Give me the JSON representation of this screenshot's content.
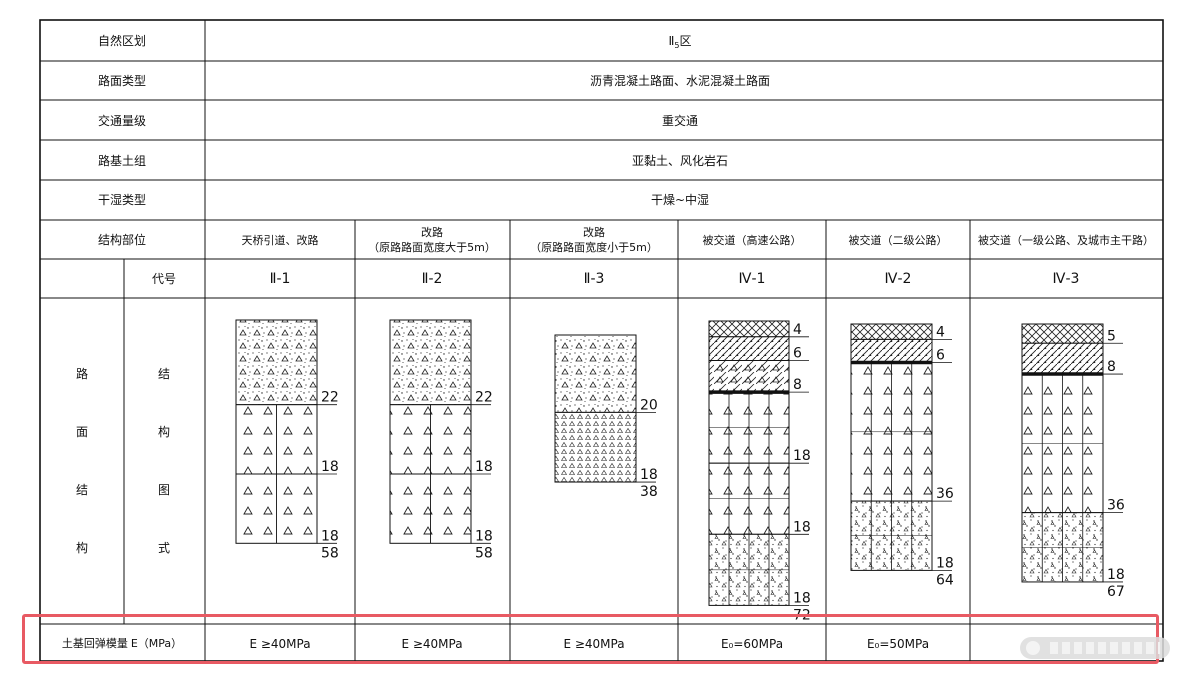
{
  "rows": {
    "region": {
      "label": "自然区划",
      "value": "Ⅱ",
      "value_sub": "5",
      "value_suffix": "区"
    },
    "pavement_type": {
      "label": "路面类型",
      "value": "沥青混凝土路面、水泥混凝土路面"
    },
    "traffic": {
      "label": "交通量级",
      "value": "重交通"
    },
    "subgrade_soil": {
      "label": "路基土组",
      "value": "亚黏土、风化岩石"
    },
    "moisture": {
      "label": "干湿类型",
      "value": "干燥~中湿"
    },
    "structure": {
      "label": "结构部位"
    },
    "code": {
      "label": "代号"
    },
    "diagram_row": {
      "label_left": [
        "路",
        "面",
        "结",
        "构"
      ],
      "label_right": [
        "结",
        "构",
        "图",
        "式"
      ]
    },
    "modulus": {
      "label_main": "土基回弹模量",
      "label_unit": "E（MPa）"
    }
  },
  "columns": [
    {
      "structure_label": [
        "天桥引道、改路"
      ],
      "code": "Ⅱ-1",
      "modulus": "E ≥40MPa",
      "layers": [
        {
          "thickness": 22,
          "pattern": "concrete"
        },
        {
          "thickness": 18,
          "pattern": "triangle_split"
        },
        {
          "thickness": 18,
          "pattern": "triangle_split"
        }
      ],
      "labels": [
        "22",
        "18",
        "18"
      ],
      "total": "58"
    },
    {
      "structure_label": [
        "改路",
        "（原路路面宽度大于5m）"
      ],
      "code": "Ⅱ-2",
      "modulus": "E ≥40MPa",
      "layers": [
        {
          "thickness": 22,
          "pattern": "concrete"
        },
        {
          "thickness": 18,
          "pattern": "triangle_split"
        },
        {
          "thickness": 18,
          "pattern": "triangle_split"
        }
      ],
      "labels": [
        "22",
        "18",
        "18"
      ],
      "total": "58"
    },
    {
      "structure_label": [
        "改路",
        "（原路路面宽度小于5m）"
      ],
      "code": "Ⅱ-3",
      "modulus": "E ≥40MPa",
      "layers": [
        {
          "thickness": 20,
          "pattern": "concrete"
        },
        {
          "thickness": 18,
          "pattern": "small_triangles"
        }
      ],
      "labels": [
        "20",
        "18"
      ],
      "total": "38"
    },
    {
      "structure_label": [
        "被交道（高速公路）"
      ],
      "code": "Ⅳ-1",
      "modulus": "E₀=60MPa",
      "layers": [
        {
          "thickness": 4,
          "pattern": "crosshatch"
        },
        {
          "thickness": 6,
          "pattern": "dense_asphalt"
        },
        {
          "thickness": 8,
          "pattern": "hatched_triangles"
        },
        {
          "thickness": 18,
          "pattern": "triangle_grid"
        },
        {
          "thickness": 18,
          "pattern": "triangle_grid"
        },
        {
          "thickness": 18,
          "pattern": "dotted_grid"
        }
      ],
      "labels": [
        "4",
        "6",
        "8",
        "18",
        "18",
        "18"
      ],
      "total": "72"
    },
    {
      "structure_label": [
        "被交道（二级公路）"
      ],
      "code": "Ⅳ-2",
      "modulus": "E₀=50MPa",
      "layers": [
        {
          "thickness": 4,
          "pattern": "crosshatch"
        },
        {
          "thickness": 6,
          "pattern": "dense_asphalt"
        },
        {
          "thickness": 36,
          "pattern": "triangle_grid"
        },
        {
          "thickness": 18,
          "pattern": "dotted_grid"
        }
      ],
      "labels": [
        "4",
        "6",
        "36",
        "18"
      ],
      "total": "64"
    },
    {
      "structure_label": [
        "被交道（一级公路、及城市主干路）"
      ],
      "code": "Ⅳ-3",
      "modulus": "",
      "layers": [
        {
          "thickness": 5,
          "pattern": "crosshatch"
        },
        {
          "thickness": 8,
          "pattern": "dense_asphalt"
        },
        {
          "thickness": 36,
          "pattern": "triangle_grid"
        },
        {
          "thickness": 18,
          "pattern": "dotted_grid"
        }
      ],
      "labels": [
        "5",
        "8",
        "36",
        "18"
      ],
      "total": "67"
    }
  ]
}
